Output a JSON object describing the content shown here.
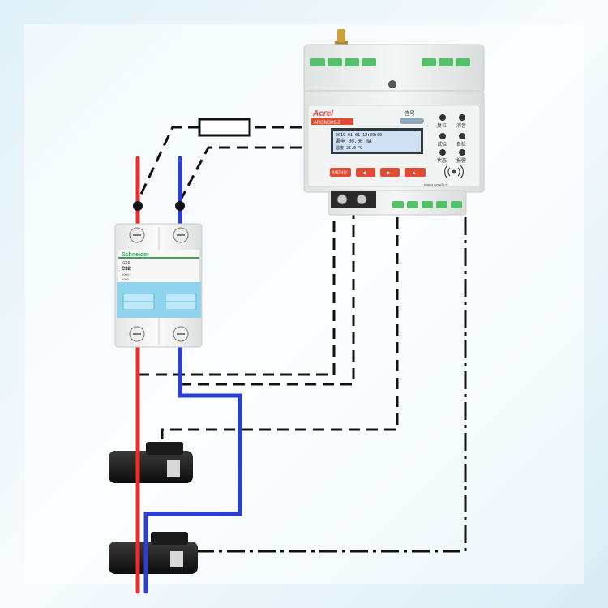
{
  "meter": {
    "brand": "Acrel",
    "model": "ARCM300-Z",
    "signal_indicator": "信号",
    "website": "www.acrel.cn",
    "screen_line1": "2019-01-01  12:00:00",
    "screen_line2": "漏电 00.00 mA",
    "screen_line3": "温度 25.0 ℃",
    "keys": [
      "MENU",
      "◀",
      "▶",
      "▲"
    ],
    "side_buttons": [
      "复位",
      "消音",
      "试验",
      "自检",
      "状态",
      "报警"
    ],
    "antenna": "antenna"
  },
  "breaker": {
    "brand": "Schneider",
    "rating": "C32",
    "spec_lines": [
      "iC65",
      "C32",
      "400V~",
      "6000"
    ]
  },
  "colors": {
    "live_wire": "#e8302a",
    "neutral_wire": "#2a3fd6",
    "signal_line": "#111111",
    "meter_body": "#e9ecea",
    "meter_green": "#55c06a",
    "accent_red": "#e24a33",
    "breaker_blue": "#8fd4ec"
  },
  "components": [
    "resistor",
    "current-transformer-1",
    "current-transformer-2"
  ]
}
